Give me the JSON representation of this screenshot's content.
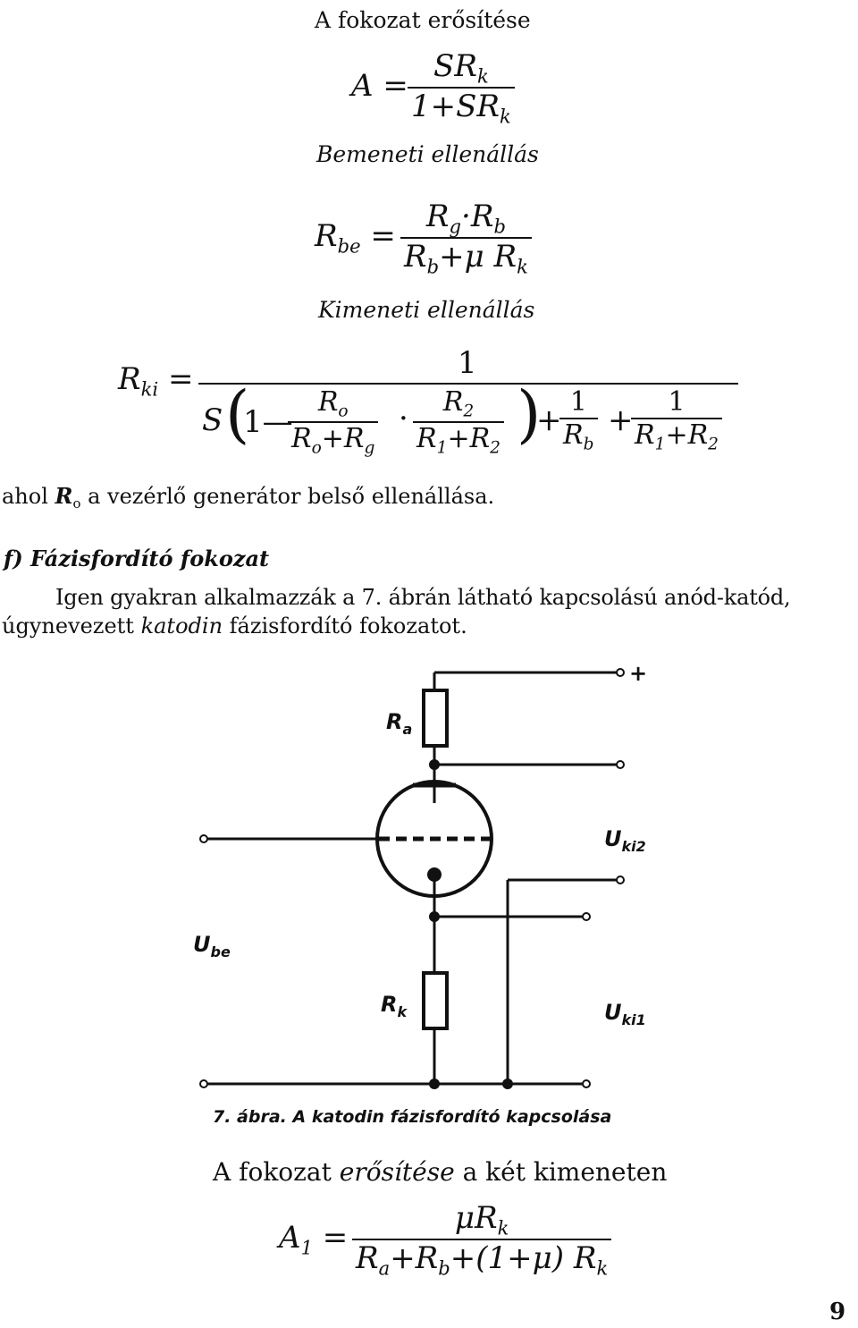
{
  "heading_gain": "A fokozat erősítése",
  "gain_eq": {
    "lhs": "A =",
    "num": "SR",
    "num_sub": "k",
    "den": "1+SR",
    "den_sub": "k"
  },
  "heading_input": "Bemeneti ellenállás",
  "input_eq": {
    "lhs": "R",
    "lhs_sub": "be",
    "eq": "=",
    "num": "R",
    "num_sub1": "g",
    "num_mid": "·R",
    "num_sub2": "b",
    "den": "R",
    "den_sub1": "b",
    "den_mid": "+μ R",
    "den_sub2": "k"
  },
  "heading_output": "Kimeneti ellenállás",
  "output_eq": {
    "lhs": "R",
    "lhs_sub": "ki",
    "eq": "=",
    "top": "1",
    "s": "S",
    "one": "1—",
    "f1_num": "R",
    "f1_num_sub": "o",
    "f1_den": "R",
    "f1_den_sub": "o",
    "f1_den_mid": "+R",
    "f1_den_sub2": "g",
    "dot": "·",
    "f2_num": "R",
    "f2_num_sub": "2",
    "f2_den": "R",
    "f2_den_sub": "1",
    "f2_den_mid": "+R",
    "f2_den_sub2": "2",
    "plus1": "+",
    "f3_num": "1",
    "f3_den": "R",
    "f3_den_sub": "b",
    "plus2": "+",
    "f4_num": "1",
    "f4_den": "R",
    "f4_den_sub": "1",
    "f4_den_mid": "+R",
    "f4_den_sub2": "2"
  },
  "where_line": {
    "pre": "ahol ",
    "sym": "R",
    "sym_sub": "o",
    "post": " a vezérlő generátor belső ellenállása."
  },
  "section_f": "f) Fázisfordító fokozat",
  "para_line1": "Igen gyakran alkalmazzák a 7. ábrán látható kapcsolású anód-katód,",
  "para_line2_pre": "úgynevezett ",
  "para_line2_it": "katodin",
  "para_line2_post": " fázisfordító fokozatot.",
  "circuit": {
    "plus": "+",
    "ra": "R",
    "ra_sub": "a",
    "rk": "R",
    "rk_sub": "k",
    "ukiz": "U",
    "ukiz_sub": "ki2",
    "uki1": "U",
    "uki1_sub": "ki1",
    "ube": "U",
    "ube_sub": "be"
  },
  "caption": "7. ábra. A katodin fázisfordító kapcsolása",
  "gain2_pre": "A fokozat ",
  "gain2_it": "erősítése",
  "gain2_post": " a két kimeneten",
  "gain2_eq": {
    "lhs": "A",
    "lhs_sub": "1",
    "eq": "=",
    "num": "μR",
    "num_sub": "k",
    "den": "R",
    "den_sub1": "a",
    "den_mid": "+R",
    "den_sub2": "b",
    "den_end": "+(1+μ) R",
    "den_sub3": "k"
  },
  "page_number": "9"
}
